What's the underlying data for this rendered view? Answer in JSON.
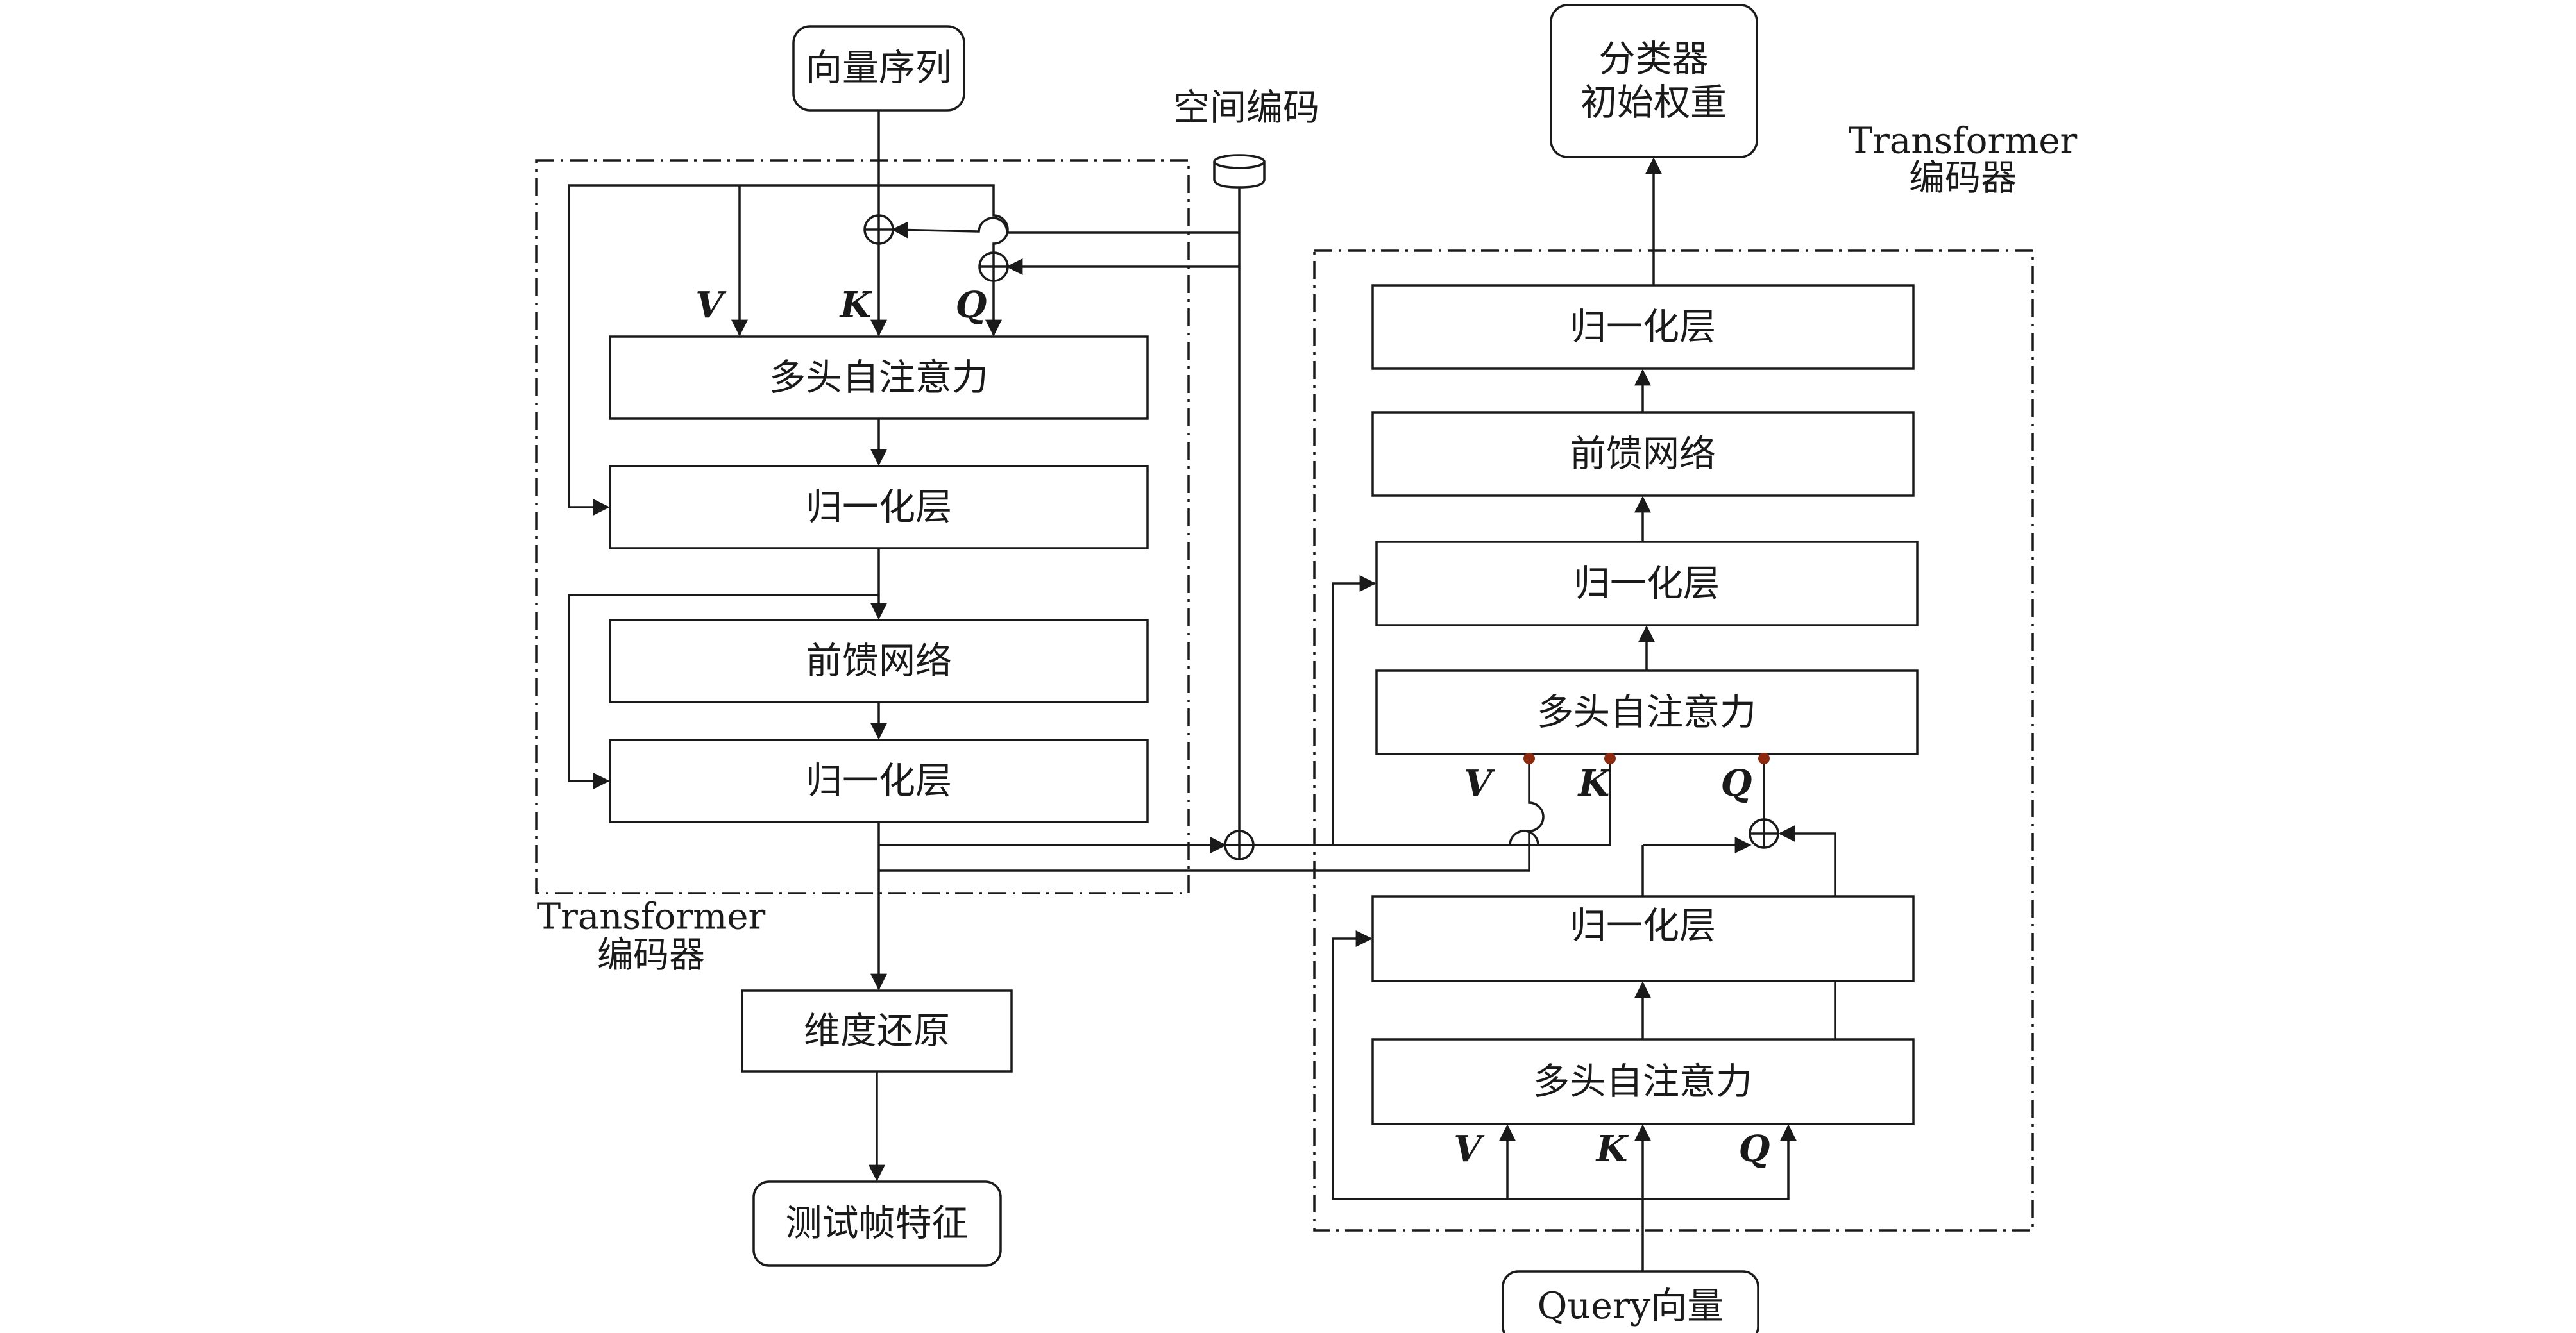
{
  "nodes": {
    "vector_sequence": "向量序列",
    "spatial_encoding": "空间编码",
    "classifier_line1": "分类器",
    "classifier_line2": "初始权重",
    "left_mhsa": "多头自注意力",
    "left_norm1": "归一化层",
    "left_ffn": "前馈网络",
    "left_norm2": "归一化层",
    "dim_restore": "维度还原",
    "test_frame_feature": "测试帧特征",
    "right_top_norm": "归一化层",
    "right_ffn": "前馈网络",
    "right_mid_norm": "归一化层",
    "right_cross_attn": "多头自注意力",
    "right_low_norm": "归一化层",
    "right_self_attn": "多头自注意力",
    "query_vector": "Query向量"
  },
  "containers": {
    "left_encoder_line1": "Transformer",
    "left_encoder_line2": "编码器",
    "right_encoder_line1": "Transformer",
    "right_encoder_line2": "编码器"
  },
  "inputs": {
    "v": "V",
    "k": "K",
    "q": "Q"
  },
  "colors": {
    "line": "#1a1a1a",
    "attention_port_dot": "#8b2a0e"
  }
}
